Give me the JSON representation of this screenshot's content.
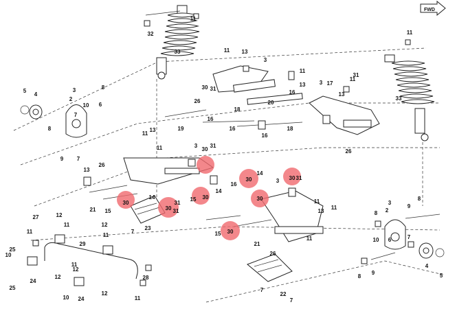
{
  "fwd_label": "FWD",
  "highlight_color": "#f0696e",
  "callouts": [
    {
      "id": "c32",
      "t": "32"
    },
    {
      "id": "c11a",
      "t": "11"
    },
    {
      "id": "c33a",
      "t": "33"
    },
    {
      "id": "c5a",
      "t": "5"
    },
    {
      "id": "c4a",
      "t": "4"
    },
    {
      "id": "c3a",
      "t": "3"
    },
    {
      "id": "c8a",
      "t": "8"
    },
    {
      "id": "c2a",
      "t": "2"
    },
    {
      "id": "c10a",
      "t": "10"
    },
    {
      "id": "c6a",
      "t": "6"
    },
    {
      "id": "c7a",
      "t": "7"
    },
    {
      "id": "c8b",
      "t": "8"
    },
    {
      "id": "c9a",
      "t": "9"
    },
    {
      "id": "c7b",
      "t": "7"
    },
    {
      "id": "c11b",
      "t": "11"
    },
    {
      "id": "c13a",
      "t": "13"
    },
    {
      "id": "c3b",
      "t": "3"
    },
    {
      "id": "c30a",
      "t": "30"
    },
    {
      "id": "c31a",
      "t": "31"
    },
    {
      "id": "c26a",
      "t": "26"
    },
    {
      "id": "c18a",
      "t": "18"
    },
    {
      "id": "c20a",
      "t": "20"
    },
    {
      "id": "c16a",
      "t": "16"
    },
    {
      "id": "c13b",
      "t": "13"
    },
    {
      "id": "c11c",
      "t": "11"
    },
    {
      "id": "c16b",
      "t": "16"
    },
    {
      "id": "c19a",
      "t": "19"
    },
    {
      "id": "c17a",
      "t": "17"
    },
    {
      "id": "c3c",
      "t": "3"
    },
    {
      "id": "c11d",
      "t": "11"
    },
    {
      "id": "c11e",
      "t": "11"
    },
    {
      "id": "c33b",
      "t": "33"
    },
    {
      "id": "c13c",
      "t": "13"
    },
    {
      "id": "c31b",
      "t": "31"
    },
    {
      "id": "c18b",
      "t": "18"
    },
    {
      "id": "c16c",
      "t": "16"
    },
    {
      "id": "c26b",
      "t": "26"
    },
    {
      "id": "c16d",
      "t": "16"
    },
    {
      "id": "c11f",
      "t": "11"
    },
    {
      "id": "c13d",
      "t": "13"
    },
    {
      "id": "c11g",
      "t": "11"
    },
    {
      "id": "c3d",
      "t": "3"
    },
    {
      "id": "c30b",
      "t": "30"
    },
    {
      "id": "c31c",
      "t": "31"
    },
    {
      "id": "c13e",
      "t": "13"
    },
    {
      "id": "c26c",
      "t": "26"
    },
    {
      "id": "c14a",
      "t": "14"
    },
    {
      "id": "c31d",
      "t": "31"
    },
    {
      "id": "c21a",
      "t": "21"
    },
    {
      "id": "c15a",
      "t": "15"
    },
    {
      "id": "c30c",
      "t": "30"
    },
    {
      "id": "c30d",
      "t": "30"
    },
    {
      "id": "c31e",
      "t": "31"
    },
    {
      "id": "c23a",
      "t": "23"
    },
    {
      "id": "c7c",
      "t": "7"
    },
    {
      "id": "c15b",
      "t": "15"
    },
    {
      "id": "c30e",
      "t": "30"
    },
    {
      "id": "c14b",
      "t": "14"
    },
    {
      "id": "c16e",
      "t": "16"
    },
    {
      "id": "c30f",
      "t": "30"
    },
    {
      "id": "c14c",
      "t": "14"
    },
    {
      "id": "c30g",
      "t": "30"
    },
    {
      "id": "c3e",
      "t": "3"
    },
    {
      "id": "c30h",
      "t": "30"
    },
    {
      "id": "c31f",
      "t": "31"
    },
    {
      "id": "c11h",
      "t": "11"
    },
    {
      "id": "c13f",
      "t": "13"
    },
    {
      "id": "c11i",
      "t": "11"
    },
    {
      "id": "c15c",
      "t": "15"
    },
    {
      "id": "c30i",
      "t": "30"
    },
    {
      "id": "c21b",
      "t": "21"
    },
    {
      "id": "c26d",
      "t": "26"
    },
    {
      "id": "c11j",
      "t": "11"
    },
    {
      "id": "c7d",
      "t": "7"
    },
    {
      "id": "c22a",
      "t": "22"
    },
    {
      "id": "c7e",
      "t": "7"
    },
    {
      "id": "c8c",
      "t": "8"
    },
    {
      "id": "c2b",
      "t": "2"
    },
    {
      "id": "c9b",
      "t": "9"
    },
    {
      "id": "c8d",
      "t": "8"
    },
    {
      "id": "c3f",
      "t": "3"
    },
    {
      "id": "c10b",
      "t": "10"
    },
    {
      "id": "c6b",
      "t": "6"
    },
    {
      "id": "c7f",
      "t": "7"
    },
    {
      "id": "c9c",
      "t": "9"
    },
    {
      "id": "c8e",
      "t": "8"
    },
    {
      "id": "c4b",
      "t": "4"
    },
    {
      "id": "c5b",
      "t": "5"
    },
    {
      "id": "c27a",
      "t": "27"
    },
    {
      "id": "c11k",
      "t": "11"
    },
    {
      "id": "c12a",
      "t": "12"
    },
    {
      "id": "c11l",
      "t": "11"
    },
    {
      "id": "c12b",
      "t": "12"
    },
    {
      "id": "c11m",
      "t": "11"
    },
    {
      "id": "c29a",
      "t": "29"
    },
    {
      "id": "c25a",
      "t": "25"
    },
    {
      "id": "c10c",
      "t": "10"
    },
    {
      "id": "c24a",
      "t": "24"
    },
    {
      "id": "c12c",
      "t": "12"
    },
    {
      "id": "c11n",
      "t": "11"
    },
    {
      "id": "c12d",
      "t": "12"
    },
    {
      "id": "c10d",
      "t": "10"
    },
    {
      "id": "c24b",
      "t": "24"
    },
    {
      "id": "c25b",
      "t": "25"
    },
    {
      "id": "c12e",
      "t": "12"
    },
    {
      "id": "c11o",
      "t": "11"
    },
    {
      "id": "c28a",
      "t": "28"
    }
  ]
}
